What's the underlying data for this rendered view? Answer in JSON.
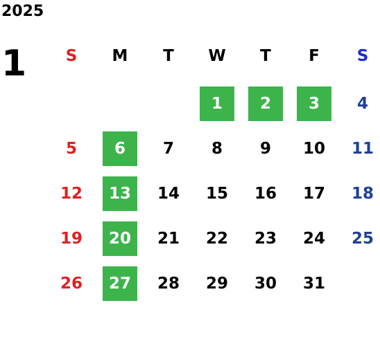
{
  "calendar": {
    "year": "2025",
    "month": "1",
    "weekdays": [
      "S",
      "M",
      "T",
      "W",
      "T",
      "F",
      "S"
    ],
    "weeks": [
      [
        "",
        "",
        "",
        "1",
        "2",
        "3",
        "4"
      ],
      [
        "5",
        "6",
        "7",
        "8",
        "9",
        "10",
        "11"
      ],
      [
        "12",
        "13",
        "14",
        "15",
        "16",
        "17",
        "18"
      ],
      [
        "19",
        "20",
        "21",
        "22",
        "23",
        "24",
        "25"
      ],
      [
        "26",
        "27",
        "28",
        "29",
        "30",
        "31",
        ""
      ]
    ],
    "highlighted_days": [
      "1",
      "2",
      "3",
      "6",
      "13",
      "20",
      "27"
    ]
  },
  "colors": {
    "sunday": "#e02020",
    "saturday": "#1f3f9a",
    "saturday_header": "#1a2ccf",
    "weekday": "#000000",
    "highlight_bg": "#3cb44b",
    "highlight_text": "#ffffff"
  }
}
